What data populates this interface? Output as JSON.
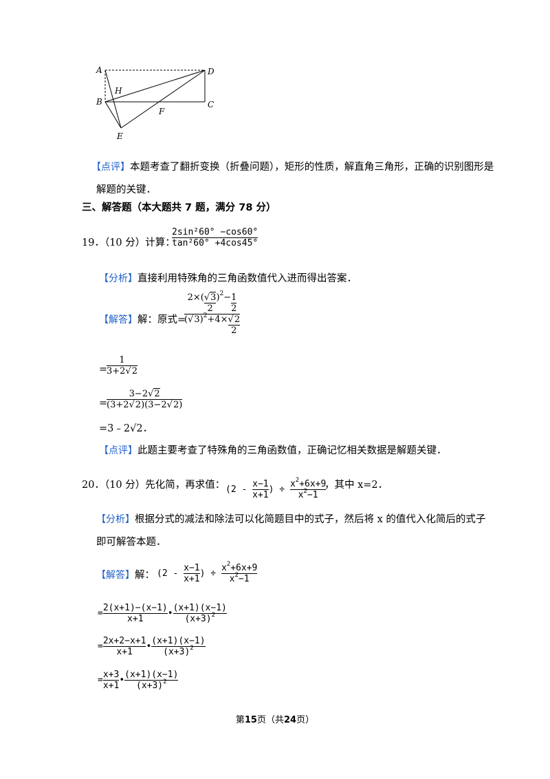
{
  "figure": {
    "points": {
      "A": "A",
      "B": "B",
      "C": "C",
      "D": "D",
      "E": "E",
      "F": "F",
      "H": "H"
    }
  },
  "review18": {
    "tag": "【点评】",
    "line1": "本题考查了翻折变换（折叠问题），矩形的性质，解直角三角形，正确的识别图形是",
    "line2": "解题的关键．"
  },
  "section": {
    "title": "三、解答题（本大题共 7 题，满分 78 分）"
  },
  "q19": {
    "number": "19．（10 分）计算：",
    "frac_num": "2sin²60° −cos60°",
    "frac_den": "tan²60° +4cos45°",
    "analysis_tag": "【分析】",
    "analysis": "直接利用特殊角的三角函数值代入进而得出答案．",
    "answer_tag": "【解答】",
    "answer_intro": "解：原式=",
    "review_tag": "【点评】",
    "review": "此题主要考查了特殊角的三角函数值，正确记忆相关数据是解题关键．",
    "final": "=3﹣2√2．"
  },
  "q20": {
    "number": "20．（10 分）先化简，再求值：",
    "tail": "，其中 x=2．",
    "analysis_tag": "【分析】",
    "analysis_line1": "根据分式的减法和除法可以化简题目中的式子，然后将 x 的值代入化简后的式子",
    "analysis_line2": "即可解答本题．",
    "answer_tag": "【解答】",
    "answer_intro": "解："
  },
  "footer": {
    "prefix": "第",
    "page": "15",
    "mid": "页（共",
    "total": "24",
    "suffix": "页）"
  }
}
